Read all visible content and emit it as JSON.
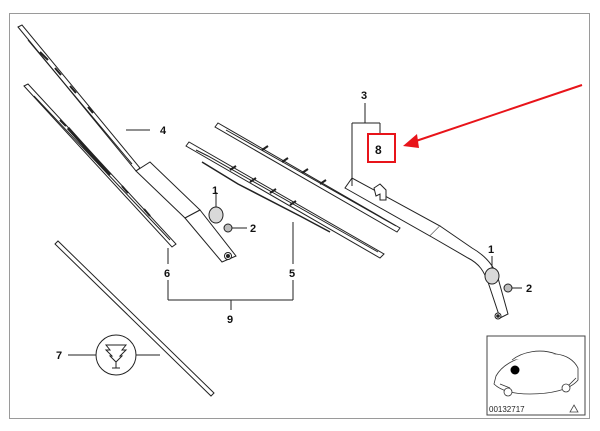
{
  "diagram": {
    "part_labels": {
      "p1a": "1",
      "p2a": "2",
      "p1b": "1",
      "p2b": "2",
      "p3": "3",
      "p4": "4",
      "p5": "5",
      "p6": "6",
      "p7": "7",
      "p8": "8",
      "p9": "9"
    },
    "inset_code": "00132717",
    "highlight_color": "#e8141a",
    "line_color": "#222222"
  }
}
